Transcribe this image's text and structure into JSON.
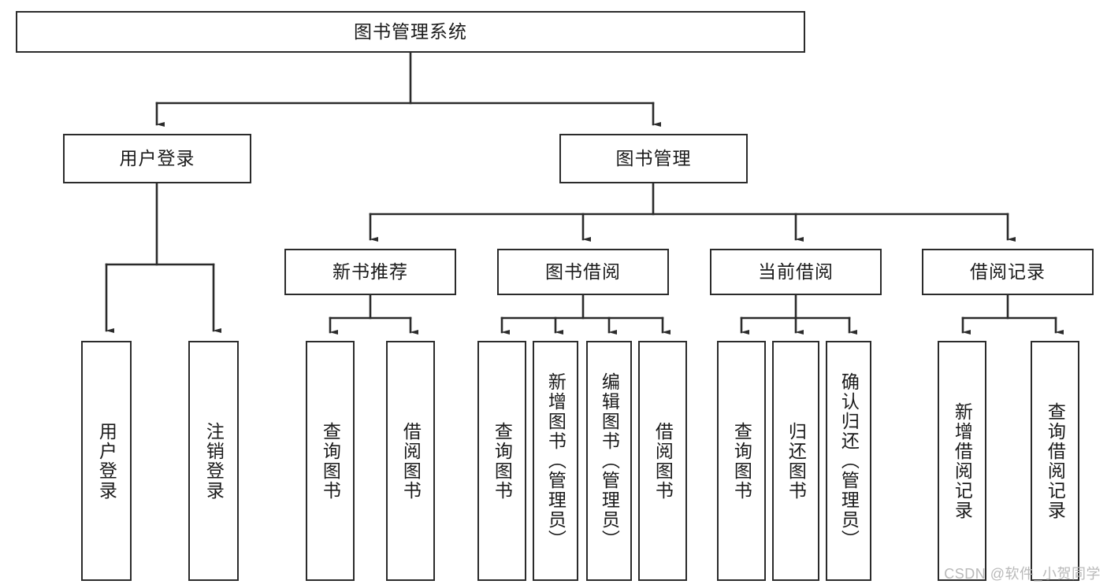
{
  "diagram": {
    "title": "图书管理系统",
    "type": "tree-hierarchy",
    "nodes": {
      "root": {
        "label": "图书管理系统"
      },
      "level2": [
        {
          "id": "user-login",
          "label": "用户登录"
        },
        {
          "id": "book-management",
          "label": "图书管理"
        }
      ],
      "level3": [
        {
          "id": "new-book-recommend",
          "label": "新书推荐"
        },
        {
          "id": "book-borrow",
          "label": "图书借阅"
        },
        {
          "id": "current-borrow",
          "label": "当前借阅"
        },
        {
          "id": "borrow-record",
          "label": "借阅记录"
        }
      ],
      "leaves": [
        {
          "id": "leaf-user-login",
          "label": "用户登录"
        },
        {
          "id": "leaf-logout-login",
          "label": "注销登录"
        },
        {
          "id": "leaf-query-book-1",
          "label": "查询图书"
        },
        {
          "id": "leaf-borrow-book-1",
          "label": "借阅图书"
        },
        {
          "id": "leaf-query-book-2",
          "label": "查询图书"
        },
        {
          "id": "leaf-add-book",
          "label": "新增图书（管理员）"
        },
        {
          "id": "leaf-edit-book",
          "label": "编辑图书（管理员）"
        },
        {
          "id": "leaf-borrow-book-2",
          "label": "借阅图书"
        },
        {
          "id": "leaf-query-book-3",
          "label": "查询图书"
        },
        {
          "id": "leaf-return-book",
          "label": "归还图书"
        },
        {
          "id": "leaf-confirm-return",
          "label": "确认归还（管理员）"
        },
        {
          "id": "leaf-add-borrow-record",
          "label": "新增借阅记录"
        },
        {
          "id": "leaf-query-borrow-record",
          "label": "查询借阅记录"
        }
      ]
    },
    "edges": {
      "root_to_level2": [
        "用户登录",
        "图书管理"
      ],
      "user_login_children": [
        "用户登录",
        "注销登录"
      ],
      "book_management_children": [
        "新书推荐",
        "图书借阅",
        "当前借阅",
        "借阅记录"
      ],
      "new_book_recommend_children": [
        "查询图书",
        "借阅图书"
      ],
      "book_borrow_children": [
        "查询图书",
        "新增图书（管理员）",
        "编辑图书（管理员）",
        "借阅图书"
      ],
      "current_borrow_children": [
        "查询图书",
        "归还图书",
        "确认归还（管理员）"
      ],
      "borrow_record_children": [
        "新增借阅记录",
        "查询借阅记录"
      ]
    },
    "colors": {
      "stroke": "#2b2b2b",
      "fill": "#ffffff",
      "text": "#1a1a1a",
      "watermark": "#b9b9b9"
    }
  },
  "watermark": {
    "text": "CSDN @软件_小贺同学"
  }
}
